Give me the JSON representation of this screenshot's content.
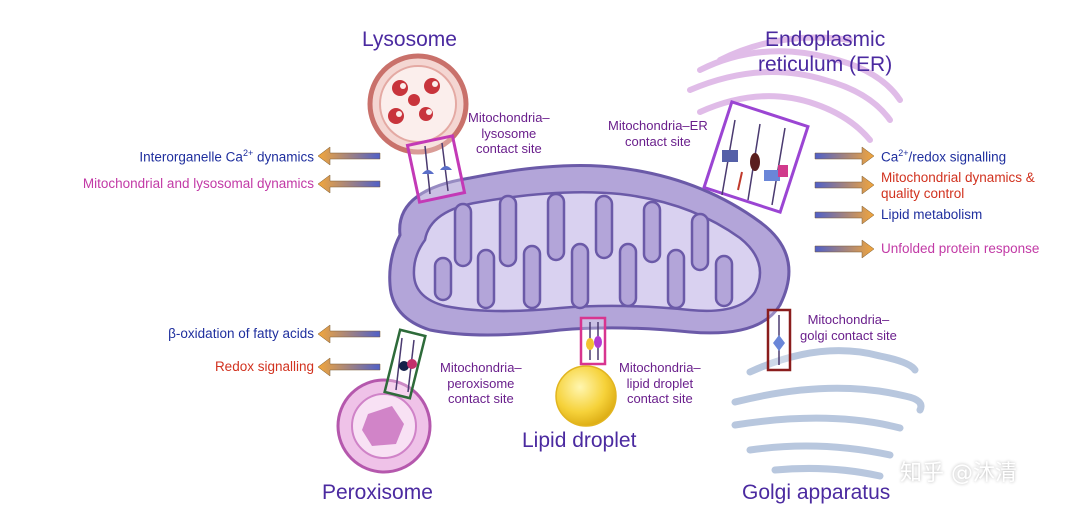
{
  "organelles": {
    "lysosome": "Lysosome",
    "er": "Endoplasmic\nreticulum (ER)",
    "lipid_droplet": "Lipid droplet",
    "peroxisome": "Peroxisome",
    "golgi": "Golgi apparatus"
  },
  "contact_sites": {
    "lysosome": "Mitochondria–\nlysosome\ncontact site",
    "er": "Mitochondria–ER\ncontact site",
    "peroxisome": "Mitochondria–\nperoxisome\ncontact site",
    "lipid_droplet": "Mitochondria–\nlipid droplet\ncontact site",
    "golgi": "Mitochondria–\ngolgi contact site"
  },
  "functions_left": {
    "ca_prefix": "Interorganelle Ca",
    "ca_sup": "2+",
    "ca_suffix": " dynamics",
    "mito_lyso": "Mitochondrial and lysosomal dynamics",
    "beta_ox": "β-oxidation of fatty acids",
    "redox": "Redox signalling"
  },
  "functions_right": {
    "ca_prefix": "Ca",
    "ca_sup": "2+",
    "ca_suffix": "/redox signalling",
    "mito_dyn": "Mitochondrial dynamics &\nquality control",
    "lipid": "Lipid metabolism",
    "upr": "Unfolded protein response"
  },
  "watermark": "知乎 @沐清",
  "colors": {
    "mito_outer": "#b3a5d9",
    "mito_inner": "#d9d1f0",
    "mito_stroke": "#6b5aa8",
    "arrow_fill": "#f0a23a",
    "lysosome_box": "#c339b6",
    "er_box": "#9b45d3",
    "peroxisome_box": "#2e6b3a",
    "lipid_box": "#d8358f",
    "golgi_box": "#8a1c1c"
  }
}
